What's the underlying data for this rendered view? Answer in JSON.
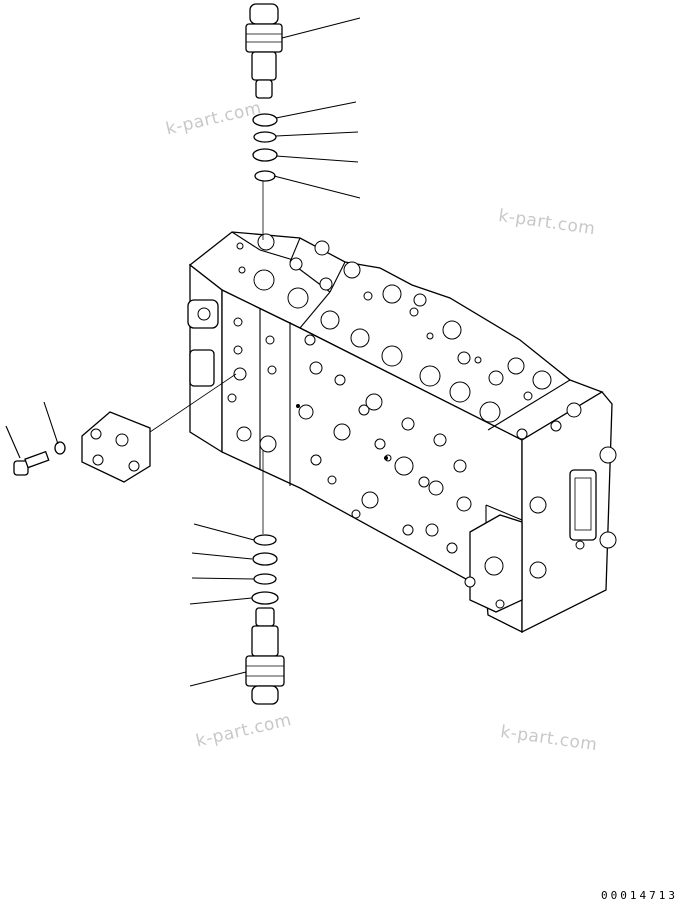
{
  "watermarks": [
    "k-part.com",
    "k-part.com",
    "k-part.com",
    "k-part.com"
  ],
  "drawing_number": "00014713"
}
